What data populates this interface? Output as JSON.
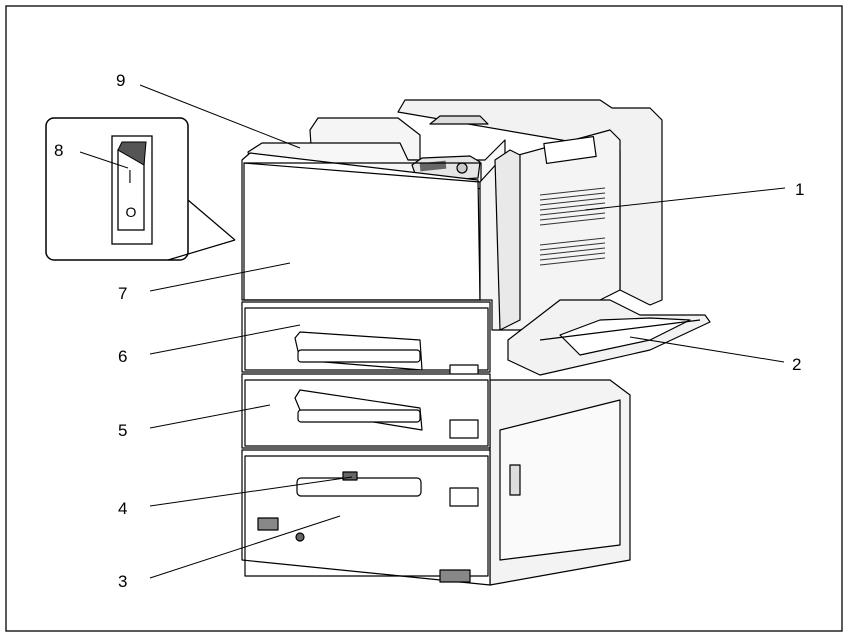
{
  "callouts": [
    {
      "id": "1",
      "label": "1"
    },
    {
      "id": "2",
      "label": "2"
    },
    {
      "id": "3",
      "label": "3"
    },
    {
      "id": "4",
      "label": "4"
    },
    {
      "id": "5",
      "label": "5"
    },
    {
      "id": "6",
      "label": "6"
    },
    {
      "id": "7",
      "label": "7"
    },
    {
      "id": "8",
      "label": "8"
    },
    {
      "id": "9",
      "label": "9"
    }
  ],
  "switch_markings": {
    "on": "|",
    "off": "O"
  },
  "colors": {
    "line": "#000000",
    "body": "#ffffff",
    "shade": "#d9d9d9",
    "dark": "#555555"
  }
}
